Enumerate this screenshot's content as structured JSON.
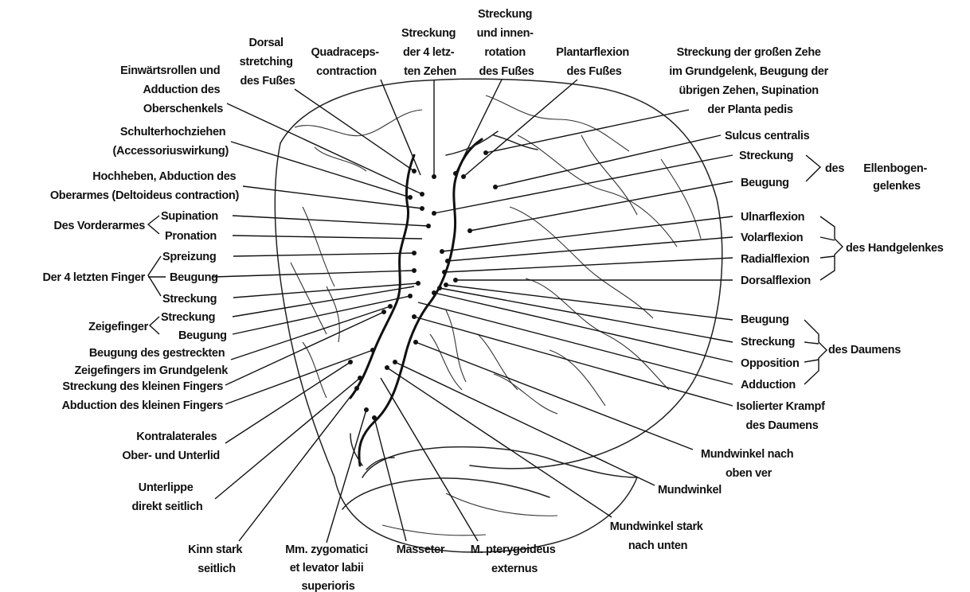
{
  "labels": {
    "dorsal_stretch": [
      "Dorsal",
      "stretching",
      "des Fußes"
    ],
    "quadriceps": [
      "Quadraceps-",
      "contraction"
    ],
    "toes4": [
      "Streckung",
      "der 4 letz-",
      "ten Zehen"
    ],
    "foot_rot": [
      "Streckung",
      "und innen-",
      "rotation",
      "des Fußes"
    ],
    "plantar": [
      "Plantarflexion",
      "des Fußes"
    ],
    "big_toe": [
      "Streckung der großen Zehe",
      "im Grundgelenk, Beugung der",
      "übrigen Zehen, Supination",
      "der Planta pedis"
    ],
    "thigh": [
      "Einwärtsrollen und",
      "Adduction des",
      "Oberschenkels"
    ],
    "shoulder": [
      "Schulterhochziehen",
      "(Accessoriuswirkung)"
    ],
    "upper_arm": [
      "Hochheben, Abduction des",
      "Oberarmes (Deltoideus contraction)"
    ],
    "forearm_group": "Des Vorderarmes",
    "supination": "Supination",
    "pronation": "Pronation",
    "fingers_group": "Der 4 letzten Finger",
    "spreizung": "Spreizung",
    "f_beugung": "Beugung",
    "f_streckung": "Streckung",
    "index_group": "Zeigefinger",
    "i_streckung": "Streckung",
    "i_beugung": "Beugung",
    "index_bend": [
      "Beugung des gestreckten",
      "Zeigefingers im Grundgelenk"
    ],
    "little_ext": "Streckung des kleinen Fingers",
    "little_abd": "Abduction des kleinen Fingers",
    "eyelid": [
      "Kontralaterales",
      "Ober- und Unterlid"
    ],
    "lip": [
      "Unterlippe",
      "direkt seitlich"
    ],
    "chin": [
      "Kinn stark",
      "seitlich"
    ],
    "zygomatic": [
      "Mm. zygomatici",
      "et levator labii",
      "superioris"
    ],
    "masseter": "Masseter",
    "pterygoid": [
      "M. pterygoideus",
      "externus"
    ],
    "mouth_down": [
      "Mundwinkel stark",
      "nach unten"
    ],
    "mouth": "Mundwinkel",
    "mouth_up": [
      "Mundwinkel nach",
      "oben ver"
    ],
    "sulcus": "Sulcus centralis",
    "e_streckung": "Streckung",
    "e_beugung": "Beugung",
    "elbow_des": "des",
    "elbow_group": [
      "Ellenbogen-",
      "gelenkes"
    ],
    "ulnar": "Ulnarflexion",
    "volar": "Volarflexion",
    "radial": "Radialflexion",
    "dorsal_flex": "Dorsalflexion",
    "wrist_group": "des Handgelenkes",
    "t_beugung": "Beugung",
    "t_streckung": "Streckung",
    "t_opposition": "Opposition",
    "t_adduction": "Adduction",
    "thumb_group": "des Daumens",
    "thumb_cramp": [
      "Isolierter Krampf",
      "des Daumens"
    ]
  }
}
